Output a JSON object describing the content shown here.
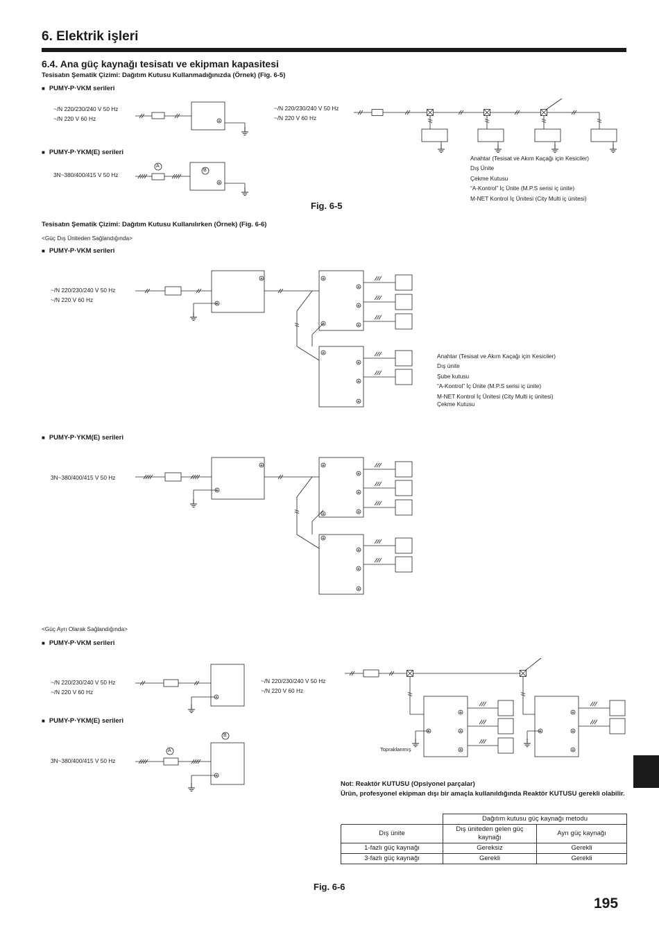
{
  "header": {
    "section_title": "6. Elektrik işleri",
    "subsection_title": "6.4. Ana güç kaynağı tesisatı ve ekipman kapasitesi",
    "page_number": "195"
  },
  "fig65": {
    "caption": "Tesisatın Şematik Çizimi: Dağıtım Kutusu Kullanmadığınızda (Örnek) (Fig. 6-5)",
    "series_vkm": "PUMY-P·VKM serileri",
    "series_ykm": "PUMY-P·YKM(E) serileri",
    "supply_1ph_line1": "~/N 220/230/240 V 50 Hz",
    "supply_1ph_line2": "~/N 220 V 60 Hz",
    "supply_3ph": "3N~380/400/415 V 50 Hz",
    "marker_a": "A",
    "marker_b": "B",
    "legend": [
      "Anahtar (Tesisat ve Akım Kaçağı için Kesiciler)",
      "Dış Ünite",
      "Çekme Kutusu",
      "“A-Kontrol” İç Ünite (M.P.S serisi iç ünite)",
      "M-NET Kontrol İç Ünitesi (City Multi iç ünitesi)"
    ],
    "fig_label": "Fig. 6-5"
  },
  "fig66": {
    "caption": "Tesisatın Şematik Çizimi: Dağıtım Kutusu Kullanılırken (Örnek) (Fig. 6-6)",
    "case_outdoor": "<Güç Dış Üniteden Sağlandığında>",
    "case_separate": "<Güç Ayrı Olarak Sağlandığında>",
    "series_vkm": "PUMY-P·VKM serileri",
    "series_ykm": "PUMY-P·YKM(E) serileri",
    "supply_1ph_line1": "~/N 220/230/240 V 50 Hz",
    "supply_1ph_line2": "~/N 220 V 60 Hz",
    "supply_3ph": "3N~380/400/415 V 50 Hz",
    "grounded_label": "Topraklanmış",
    "marker_a": "A",
    "marker_b": "B",
    "legend": [
      "Anahtar (Tesisat ve Akım Kaçağı için Kesiciler)",
      "Dış ünite",
      "Şube kutusu",
      "“A-Kontrol” İç Ünite (M.P.S serisi iç ünite)",
      "M-NET Kontrol İç Ünitesi (City Multi iç ünitesi)",
      "Çekme Kutusu"
    ],
    "fig_label": "Fig. 6-6"
  },
  "note": {
    "title": "Not: Reaktör KUTUSU (Opsiyonel parçalar)",
    "text": "Ürün, profesyonel ekipman dışı bir amaçla kullanıldığında Reaktör KUTUSU gerekli olabilir."
  },
  "table": {
    "group_header": "Dağıtım kutusu güç kaynağı metodu",
    "col_unit": "Dış ünite",
    "col_from_outdoor": "Dış üniteden gelen güç kaynağı",
    "col_separate": "Ayrı güç kaynağı",
    "rows": [
      {
        "label": "1-fazlı güç kaynağı",
        "from_outdoor": "Gereksiz",
        "separate": "Gerekli"
      },
      {
        "label": "3-fazlı güç kaynağı",
        "from_outdoor": "Gerekli",
        "separate": "Gerekli"
      }
    ]
  }
}
